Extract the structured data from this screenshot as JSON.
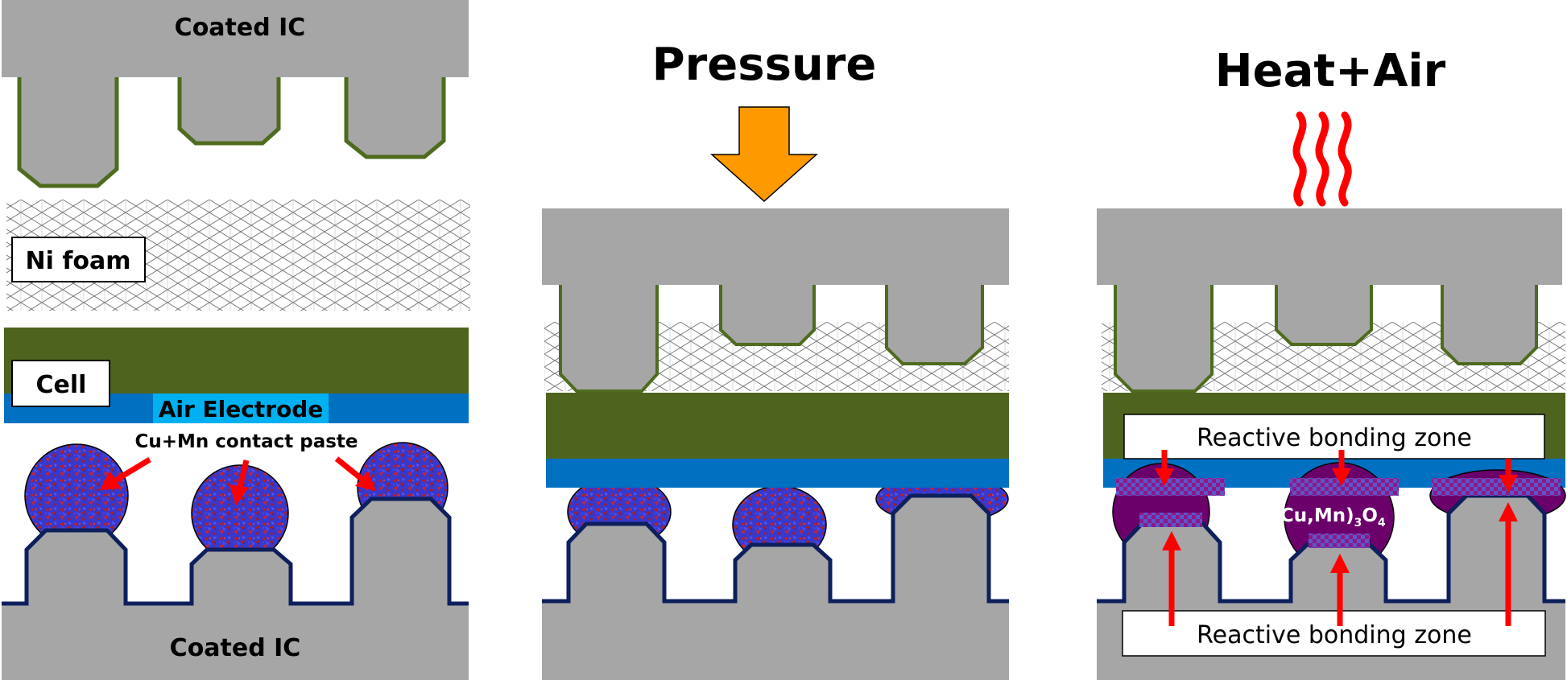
{
  "panel_left": {
    "top_ic_label": "Coated IC",
    "foam_label": "Ni foam",
    "cell_label": "Cell",
    "electrode_label": "Air Electrode",
    "paste_label": "Cu+Mn contact paste",
    "bottom_ic_label": "Coated IC"
  },
  "panel_middle": {
    "title": "Pressure"
  },
  "panel_right": {
    "title": "Heat+Air",
    "zone_top_label": "Reactive bonding zone",
    "zone_bottom_label": "Reactive bonding zone",
    "oxide_label": "(Cu,Mn)",
    "oxide_sub1": "3",
    "oxide_sub2": "O",
    "oxide_sub3": "4"
  },
  "colors": {
    "interconnect": "#a6a6a6",
    "coating_top": "#4e6b1e",
    "coating_bottom": "#0d1f5c",
    "cell": "#4e631e",
    "air_electrode": "#0070c0",
    "electrode_label_bg": "#00b0f0",
    "pressure_arrow": "#ff9900",
    "arrow_red": "#ff0000",
    "oxide": "#6b006b",
    "paste_blue": "#3a3ad6",
    "paste_red": "#b0202e"
  }
}
